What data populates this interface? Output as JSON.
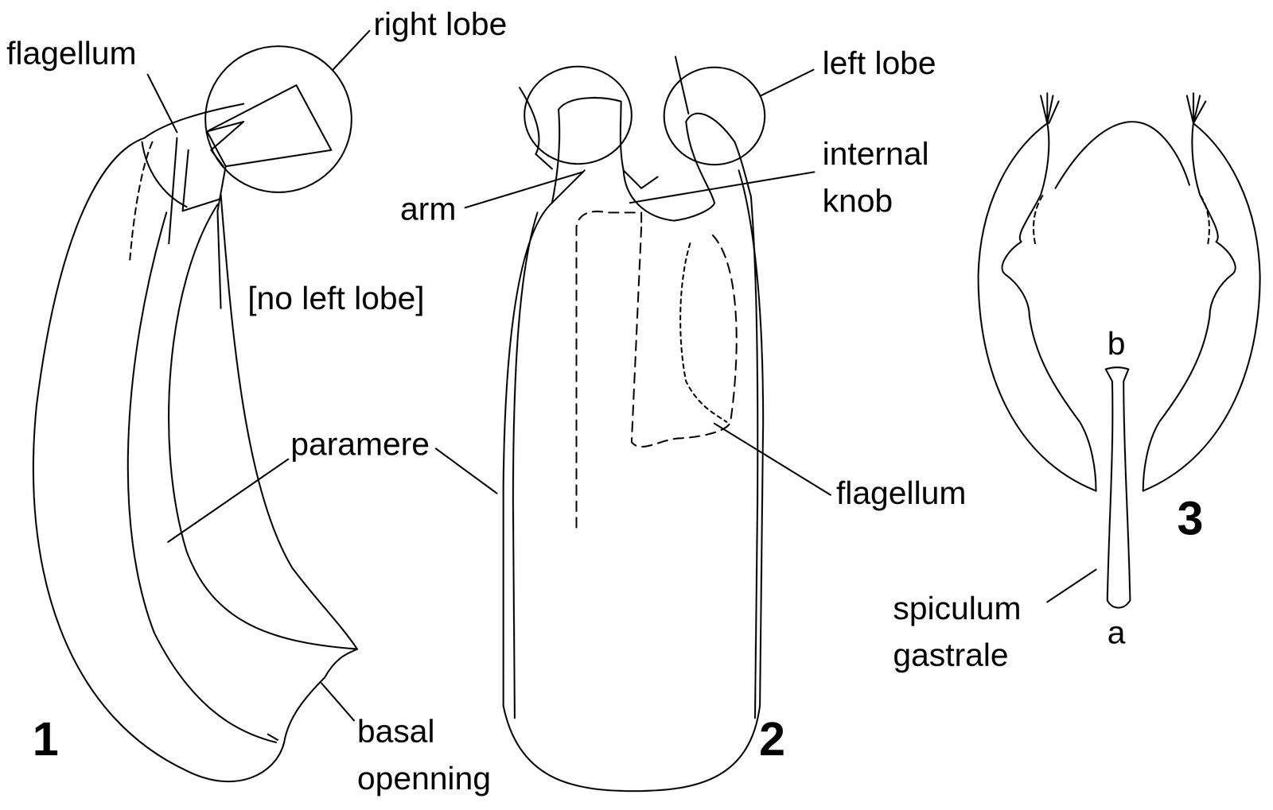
{
  "diagram": {
    "labels": [
      "flagellum",
      "right lobe",
      "left lobe",
      "internal knob",
      "arm",
      "[no left lobe]",
      "b",
      "paramere",
      "flagellum",
      "3",
      "spiculum gastrale",
      "a",
      "1",
      "basal openning",
      "2"
    ]
  }
}
